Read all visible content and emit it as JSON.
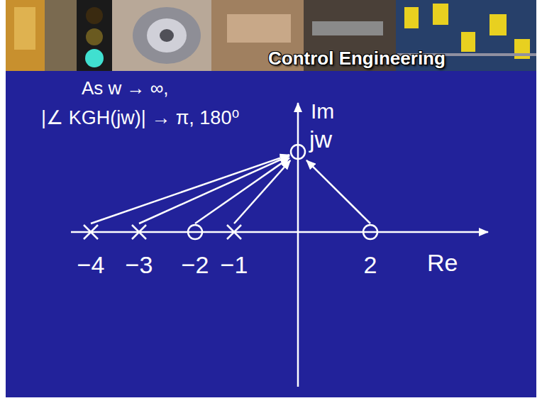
{
  "diagram": {
    "title": "Control Engineering",
    "nodes": [
      {
        "text": [
          "−4"
        ]
      },
      {
        "text": [
          "−3"
        ]
      },
      {
        "text": [
          "−2"
        ]
      },
      {
        "text": [
          "−1"
        ]
      },
      {
        "text": [
          "2"
        ]
      },
      {
        "text": [
          "jw"
        ]
      }
    ],
    "edges": [
      {
        "from": 0,
        "to": 5,
        "arrow": "to"
      },
      {
        "from": 1,
        "to": 5,
        "arrow": "to"
      },
      {
        "from": 2,
        "to": 5,
        "arrow": "to"
      },
      {
        "from": 3,
        "to": 5,
        "arrow": "to"
      },
      {
        "from": 4,
        "to": 5,
        "arrow": "to"
      }
    ],
    "labels": [
      "As w → ∞,",
      "|∠ KGH(jw)| → π, 180⁰",
      "Im",
      "Re"
    ]
  }
}
